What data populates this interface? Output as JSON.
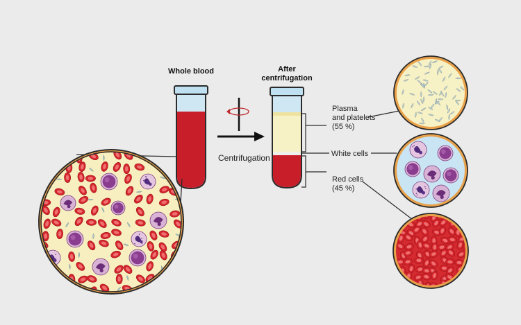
{
  "title_whole_blood": "Whole blood",
  "title_after_line1": "After",
  "title_after_line2": "centrifugation",
  "process_label": "Centrifugation",
  "layers": {
    "plasma_line1": "Plasma",
    "plasma_line2": "and platelets",
    "plasma_pct": "(55 %)",
    "white": "White cells",
    "red_line1": "Red cells",
    "red_pct": "(45 %)"
  },
  "colors": {
    "background": "#ebebeb",
    "blood_red": "#c81e2a",
    "plasma": "#f7f1c6",
    "tube_glass": "#cfe7f3",
    "tube_cap": "#bfe0f0",
    "outline": "#2b2b2b",
    "ring_orange": "#e9a24b",
    "white_cell_purple": "#8a3d8f",
    "rotation_arrow": "#c0282d"
  },
  "icons": {
    "process_arrow": "arrow-right-icon",
    "rotation": "rotation-icon"
  }
}
